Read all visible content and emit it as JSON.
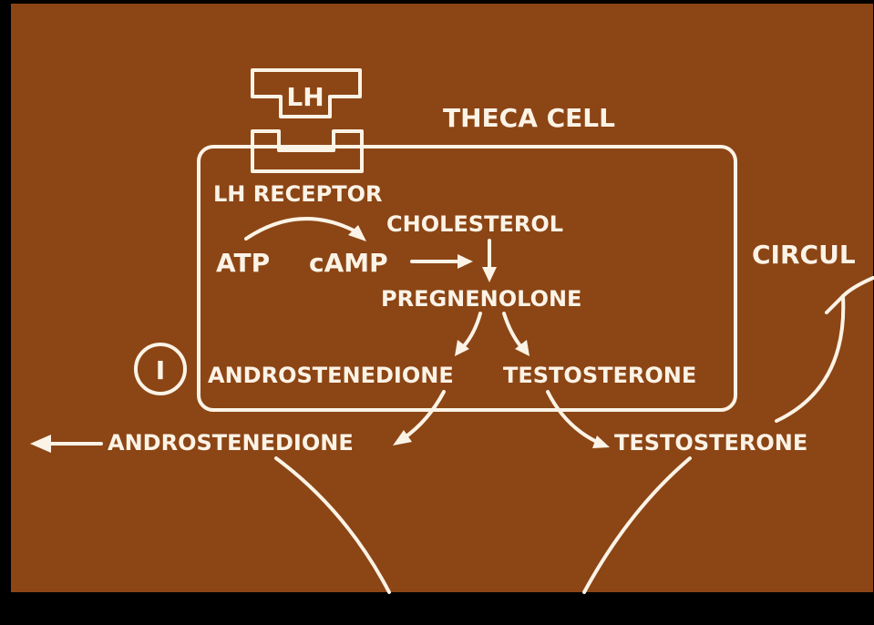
{
  "diagram": {
    "hormone": "LH",
    "cell_title": "THECA CELL",
    "receptor": "LH RECEPTOR",
    "atp": "ATP",
    "camp": "cAMP",
    "cholesterol": "CHOLESTEROL",
    "pregnenolone": "PREGNENOLONE",
    "step_marker": "I",
    "androstenedione_inside": "ANDROSTENEDIONE",
    "testosterone_inside": "TESTOSTERONE",
    "androstenedione_outside": "ANDROSTENEDIONE",
    "testosterone_outside": "TESTOSTERONE",
    "circulation_partial": "CIRCUL"
  },
  "colors": {
    "background": "#8c4515",
    "foreground": "#fbf3e6",
    "frame": "#000000"
  }
}
